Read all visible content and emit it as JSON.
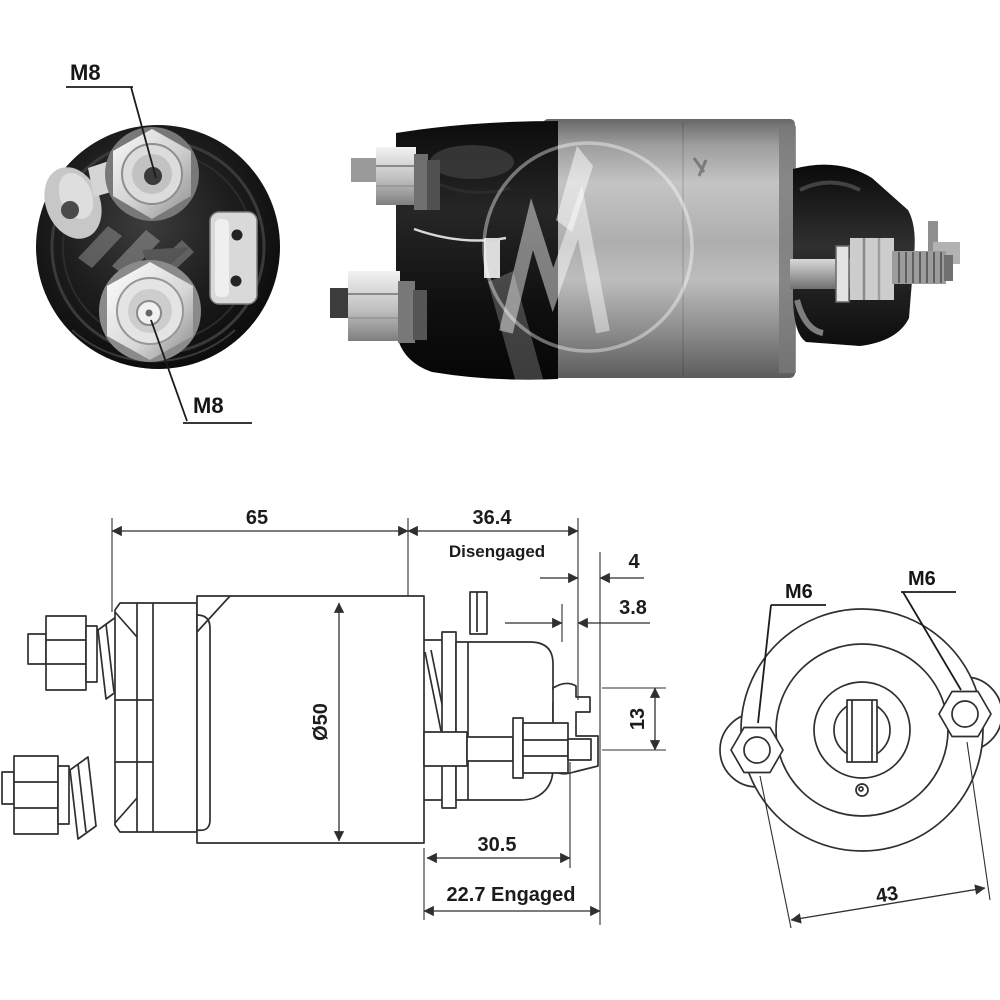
{
  "page": {
    "background": "#ffffff",
    "description": "Starter solenoid product sheet: end-view photo, side-view photo, dimensioned side drawing, dimensioned front drawing"
  },
  "colors": {
    "drawing_line": "#2f2f2f",
    "label_text": "#1c1c1c",
    "photo_dark_housing": "#141414",
    "photo_metal_light": "#d9d9d9",
    "photo_metal_mid": "#9e9e9e"
  },
  "photos": {
    "end_view": {
      "labels": {
        "m8_top": "M8",
        "m8_bottom": "M8"
      }
    },
    "side_view": {}
  },
  "drawings": {
    "side_view": {
      "dim_body_length": "65",
      "dim_nose_length": "36.4",
      "disengaged_label": "Disengaged",
      "dim_gap": "4",
      "dim_step": "3.8",
      "dim_diameter": "Ø50",
      "dim_pinion_height": "13",
      "dim_travel": "30.5",
      "engaged_label": "22.7 Engaged"
    },
    "front_view": {
      "m6_left": "M6",
      "m6_right": "M6",
      "dim_hole_span": "43"
    }
  }
}
